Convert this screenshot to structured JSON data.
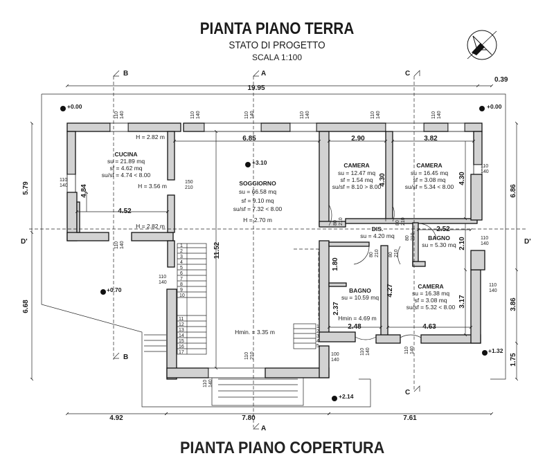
{
  "header": {
    "title": "PIANTA PIANO TERRA",
    "subtitle": "STATO DI PROGETTO",
    "scale": "SCALA 1:100"
  },
  "footer_title": "PIANTA PIANO COPERTURA",
  "rooms": {
    "cucina": {
      "name": "CUCINA",
      "su": "su = 21.89 mq",
      "sf": "sf = 4.62 mq",
      "ratio": "su/sf = 4.74 < 8.00",
      "h": "H = 3.56 m"
    },
    "soggiorno": {
      "name": "SOGGIORNO",
      "su": "su = 66.58 mq",
      "sf": "sf = 9.10 mq",
      "ratio": "su/sf = 7.32 < 8.00",
      "h": "H = 2.70 m",
      "hmin": "Hmin. = 3.35 m"
    },
    "camera1": {
      "name": "CAMERA",
      "su": "su = 12.47 mq",
      "sf": "sf = 1.54 mq",
      "ratio": "su/sf = 8.10 > 8.00"
    },
    "camera2": {
      "name": "CAMERA",
      "su": "su = 16.45 mq",
      "sf": "sf = 3.08 mq",
      "ratio": "su/sf = 5.34 < 8.00"
    },
    "camera3": {
      "name": "CAMERA",
      "su": "su = 16.38 mq",
      "sf": "sf = 3.08 mq",
      "ratio": "su/sf = 5.32 < 8.00"
    },
    "dis": {
      "name": "DIS.",
      "su": "su = 4.20 mq"
    },
    "bagno1": {
      "name": "BAGNO",
      "su": "su = 5.30 mq"
    },
    "bagno2": {
      "name": "BAGNO",
      "su": "su = 10.59 mq",
      "hmin": "Hmin = 4.69 m"
    }
  },
  "heights": {
    "h1": "H = 2.82 m",
    "h2": "H = 2.82 m"
  },
  "levels": {
    "l1": "+0.00",
    "l2": "+0.00",
    "l3": "+3.10",
    "l4": "+0.70",
    "l5": "+1.32",
    "l6": "+2.14"
  },
  "dimensions": {
    "top_total": "19.95",
    "top_right": "0.39",
    "d685": "6.85",
    "d290": "2.90",
    "d382": "3.82",
    "d452": "4.52",
    "d252": "2.52",
    "d248": "2.48",
    "d463": "4.63",
    "v484": "4.84",
    "v430a": "4.30",
    "v430b": "4.30",
    "v1152": "11.52",
    "v180": "1.80",
    "v210": "2.10",
    "v237": "2.37",
    "v427": "4.27",
    "v317": "3.17",
    "left_579": "5.79",
    "left_668": "6.68",
    "right_686": "6.86",
    "right_386": "3.86",
    "right_175": "1.75",
    "bot_492": "4.92",
    "bot_780": "7.80",
    "bot_761": "7.61"
  },
  "window_tags": {
    "w110": "110",
    "w140": "140",
    "w150": "150",
    "w210": "210",
    "w80": "80",
    "w100": "100"
  },
  "stairs": [
    "1",
    "2",
    "3",
    "4",
    "5",
    "6",
    "7",
    "8",
    "9",
    "10",
    "11",
    "12",
    "13",
    "14",
    "15",
    "16",
    "17"
  ],
  "stairs_small": [
    "1",
    "2",
    "3",
    "4",
    "5"
  ],
  "sections": {
    "a": "A",
    "b": "B",
    "c": "C",
    "d": "D'"
  }
}
